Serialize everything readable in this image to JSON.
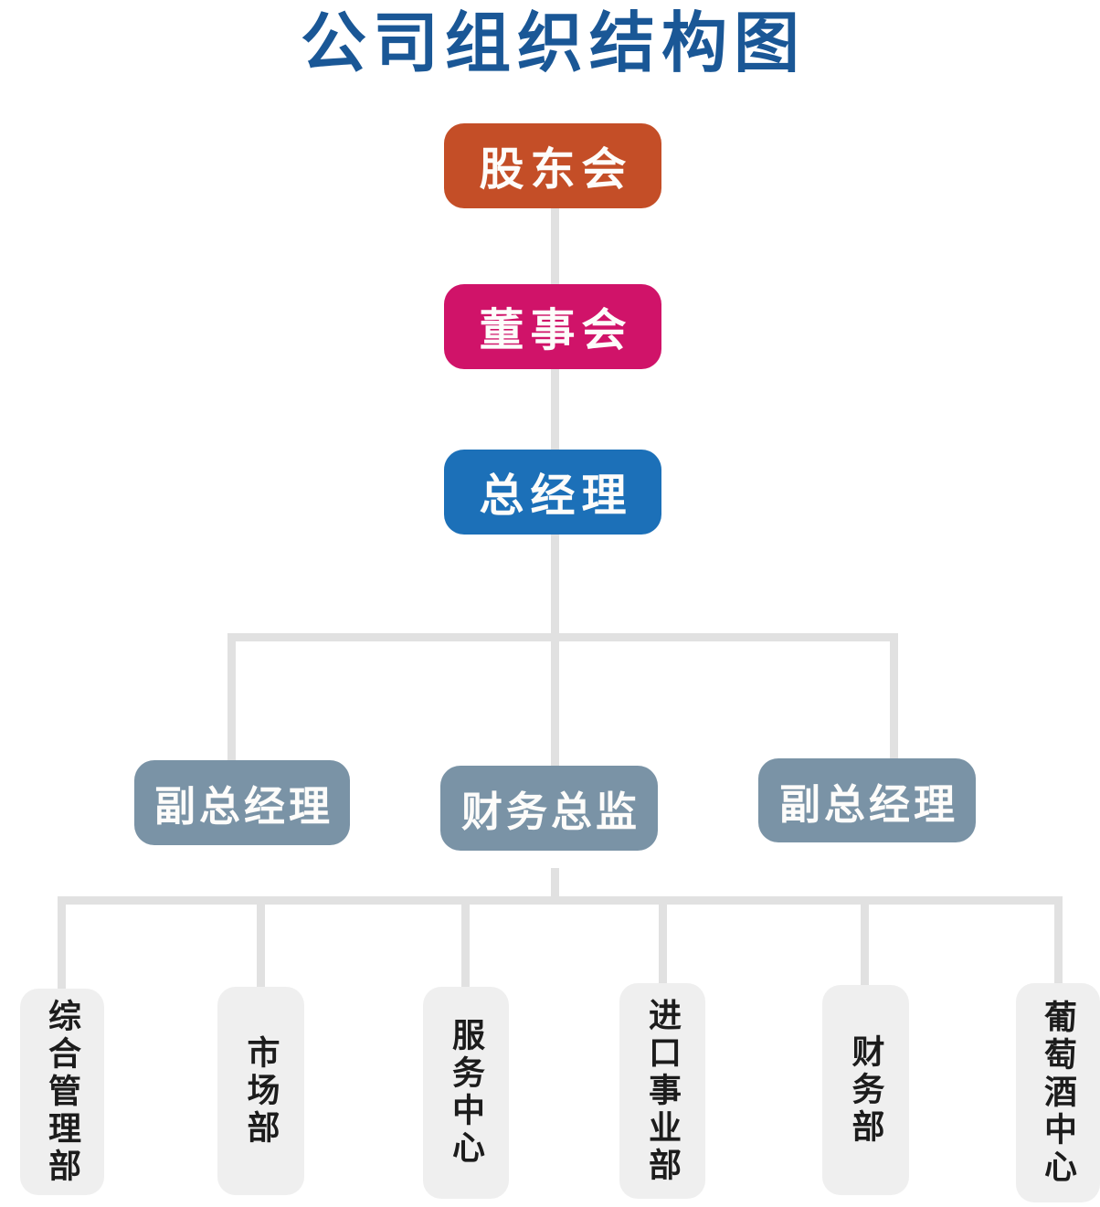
{
  "title": {
    "text": "公司组织结构图"
  },
  "colors": {
    "title": "#1a5796",
    "node_text": "#fdfcfa",
    "department_text": "#1c1c1c",
    "connector": "#e1e1e1",
    "shareholders_bg": "#c44e27",
    "board_bg": "#d01369",
    "general_manager_bg": "#1c70b8",
    "manager_bg": "#7a93a6",
    "department_bg": "#efefef"
  },
  "nodes": {
    "shareholders": {
      "label": "股东会",
      "bg": "#c44e27"
    },
    "board": {
      "label": "董事会",
      "bg": "#d01369"
    },
    "general_manager": {
      "label": "总经理",
      "bg": "#1c70b8"
    },
    "deputy_gm_left": {
      "label": "副总经理",
      "bg": "#7a93a6"
    },
    "finance_director": {
      "label": "财务总监",
      "bg": "#7a93a6"
    },
    "deputy_gm_right": {
      "label": "副总经理",
      "bg": "#7a93a6"
    },
    "departments": [
      {
        "label": "综合管理部",
        "bg": "#efefef"
      },
      {
        "label": "市场部",
        "bg": "#efefef"
      },
      {
        "label": "服务中心",
        "bg": "#efefef"
      },
      {
        "label": "进口事业部",
        "bg": "#efefef"
      },
      {
        "label": "财务部",
        "bg": "#efefef"
      },
      {
        "label": "葡萄酒中心",
        "bg": "#efefef"
      }
    ]
  }
}
